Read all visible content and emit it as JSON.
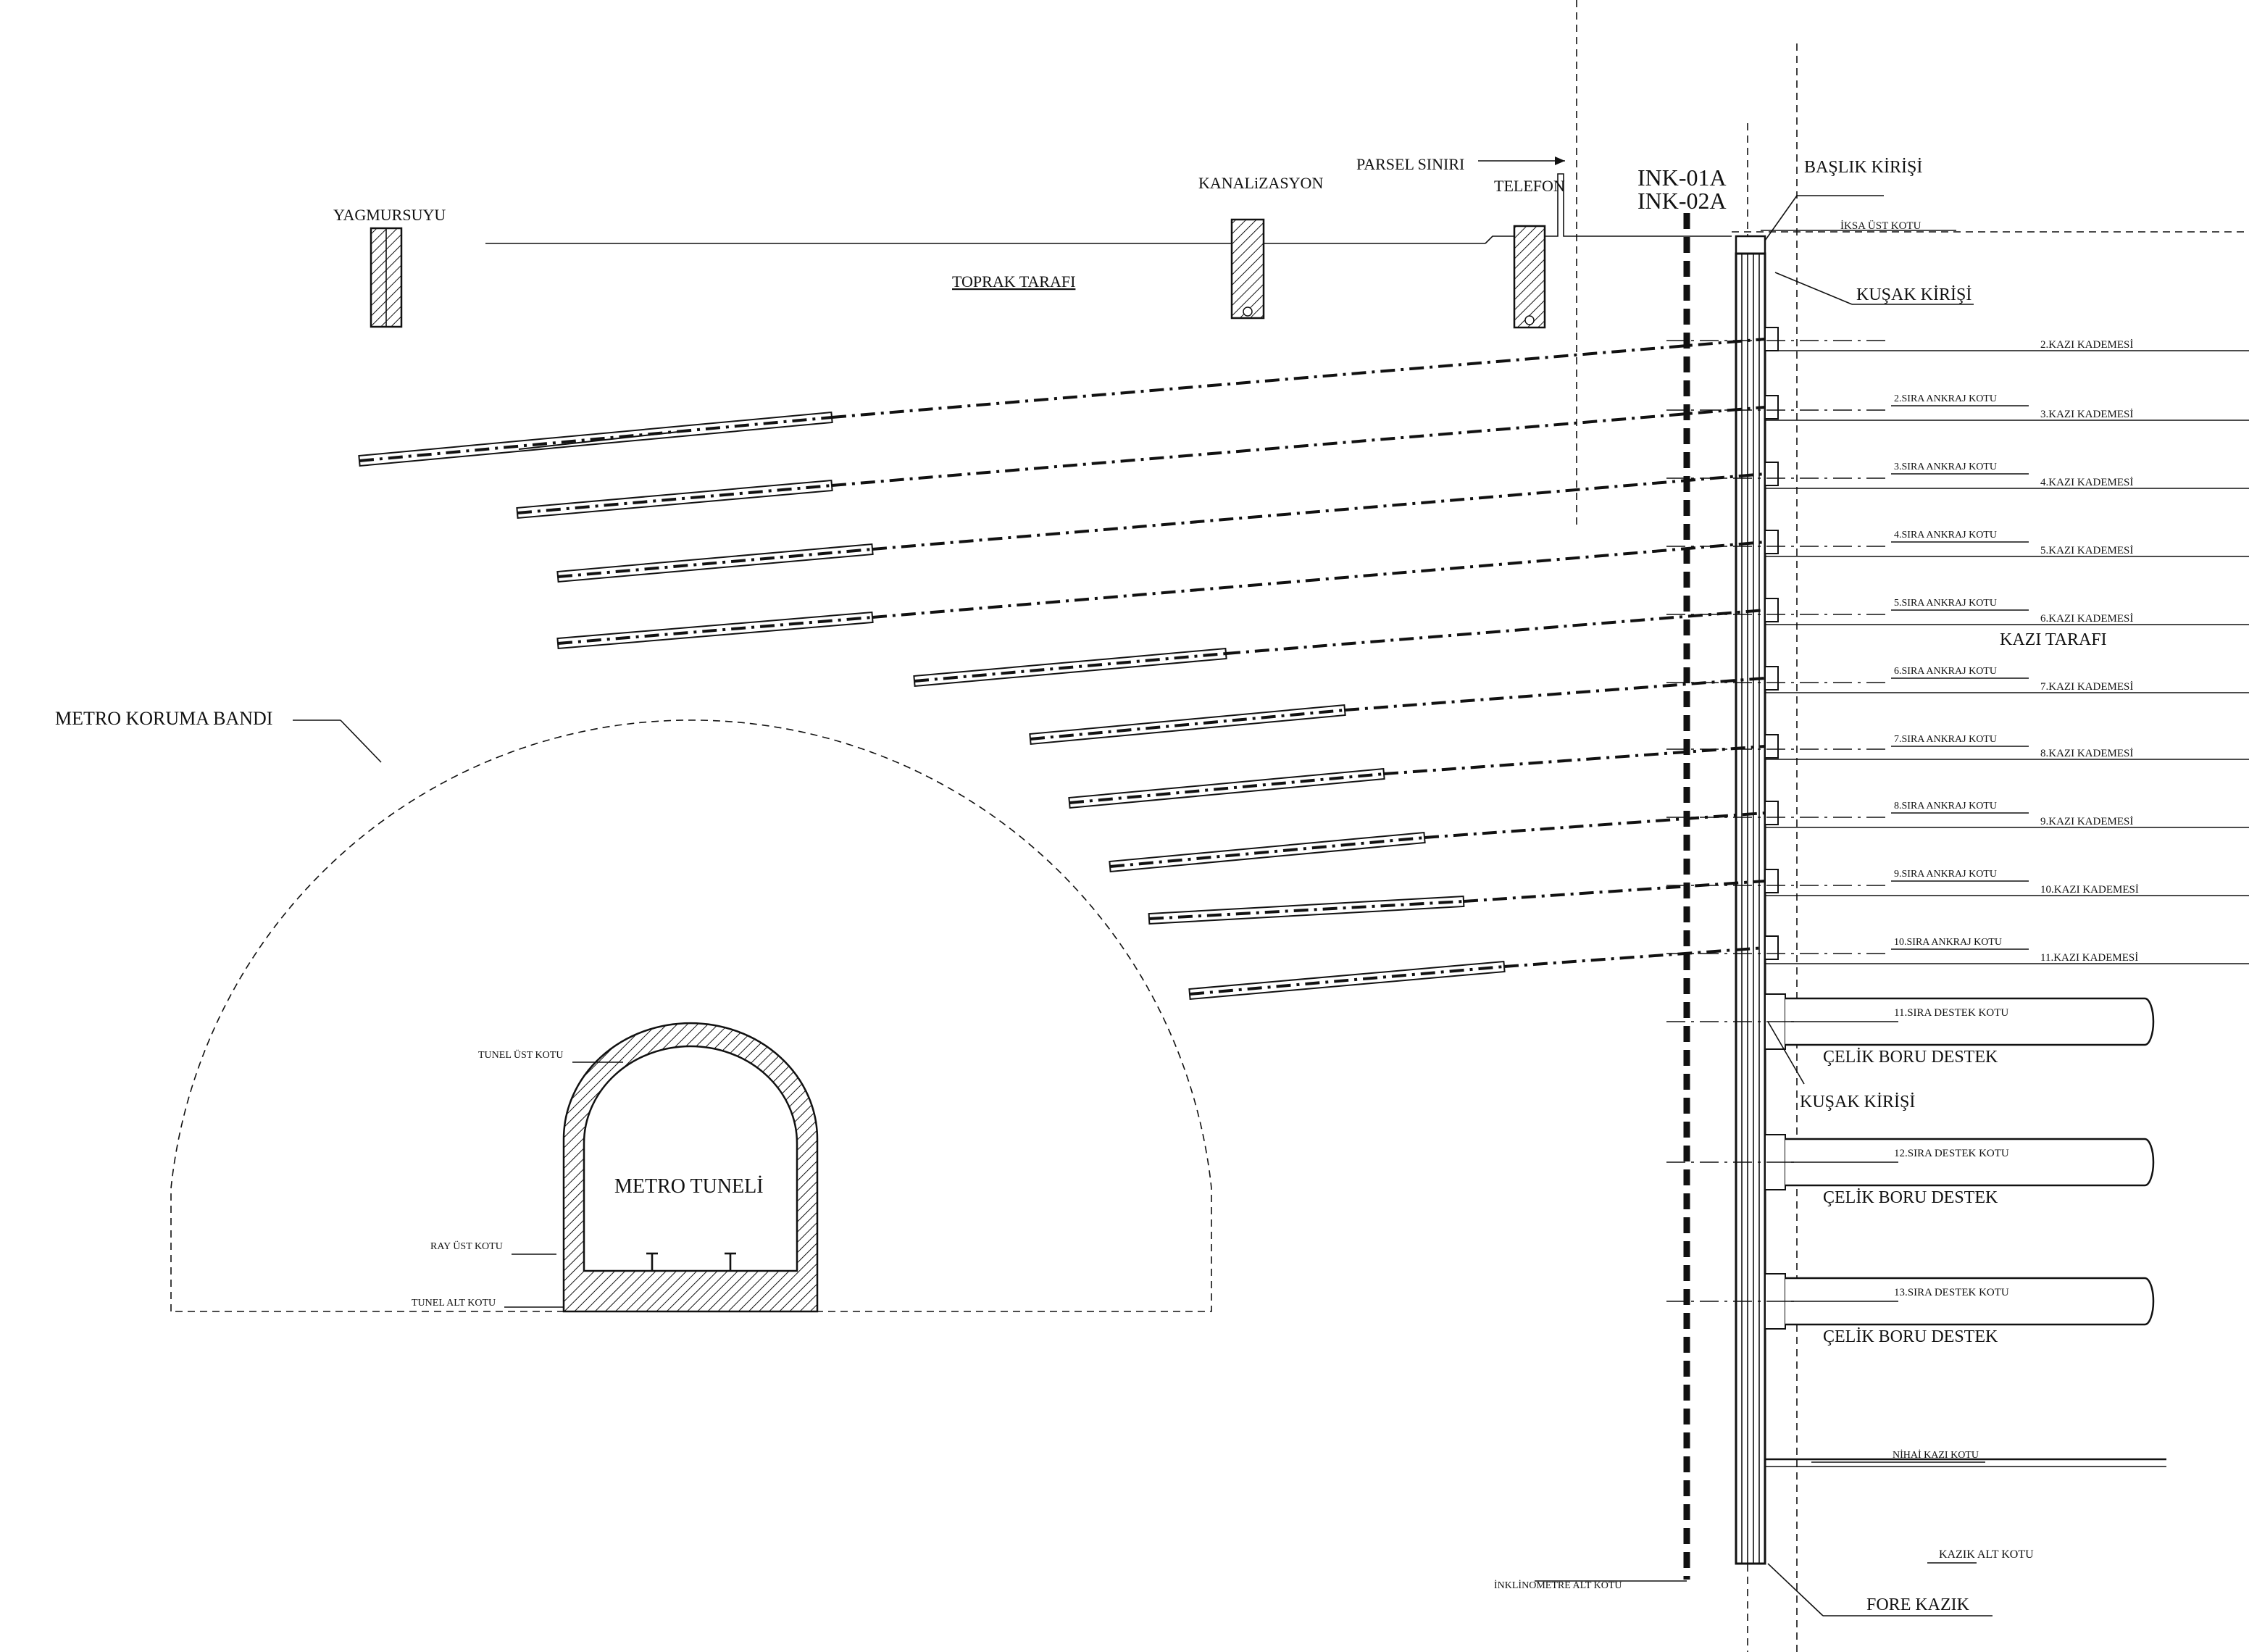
{
  "labels": {
    "yagmursuyu": "YAGMURSUYU",
    "kanalizasyon": "KANALiZASYON",
    "telefon": "TELEFON",
    "parsel_siniri": "PARSEL SINIRI",
    "toprak_tarafi": "TOPRAK TARAFI",
    "ink_01a": "INK-01A",
    "ink_02a": "INK-02A",
    "baslik_kirisi": "BAŞLIK KİRİŞİ",
    "iksa_ust_kotu": "İKSA ÜST KOTU",
    "kusak_kirisi_top": "KUŞAK KİRİŞİ",
    "kazi_tarafi": "KAZI TARAFI",
    "metro_koruma_bandi": "METRO KORUMA BANDI",
    "tunel_ust_kotu": "TUNEL ÜST KOTU",
    "metro_tuneli": "METRO TUNELİ",
    "ray_ust_kotu": "RAY ÜST KOTU",
    "tunel_alt_kotu": "TUNEL ALT KOTU",
    "kusak_kirisi_mid": "KUŞAK KİRİŞİ",
    "nihai_kazi_kotu": "NİHAİ KAZI KOTU",
    "kazik_alt_kotu": "KAZIK ALT KOTU",
    "inklinometre_alt_kotu": "İNKLİNOMETRE ALT KOTU",
    "fore_kazik": "FORE KAZIK"
  },
  "kazi_kademeleri": [
    "2.KAZI KADEMESİ",
    "3.KAZI KADEMESİ",
    "4.KAZI KADEMESİ",
    "5.KAZI KADEMESİ",
    "6.KAZI KADEMESİ",
    "7.KAZI KADEMESİ",
    "8.KAZI KADEMESİ",
    "9.KAZI KADEMESİ",
    "10.KAZI KADEMESİ",
    "11.KAZI KADEMESİ"
  ],
  "ankraj_kotlari": [
    "2.SIRA ANKRAJ KOTU",
    "3.SIRA ANKRAJ KOTU",
    "4.SIRA ANKRAJ KOTU",
    "5.SIRA ANKRAJ KOTU",
    "6.SIRA ANKRAJ KOTU",
    "7.SIRA ANKRAJ KOTU",
    "8.SIRA ANKRAJ KOTU",
    "9.SIRA ANKRAJ KOTU",
    "10.SIRA ANKRAJ KOTU"
  ],
  "destek_kotlari": [
    "11.SIRA DESTEK KOTU",
    "12.SIRA DESTEK KOTU",
    "13.SIRA DESTEK KOTU"
  ],
  "celik_boru_destek": [
    "ÇELİK BORU DESTEK",
    "ÇELİK BORU DESTEK",
    "ÇELİK BORU DESTEK"
  ]
}
